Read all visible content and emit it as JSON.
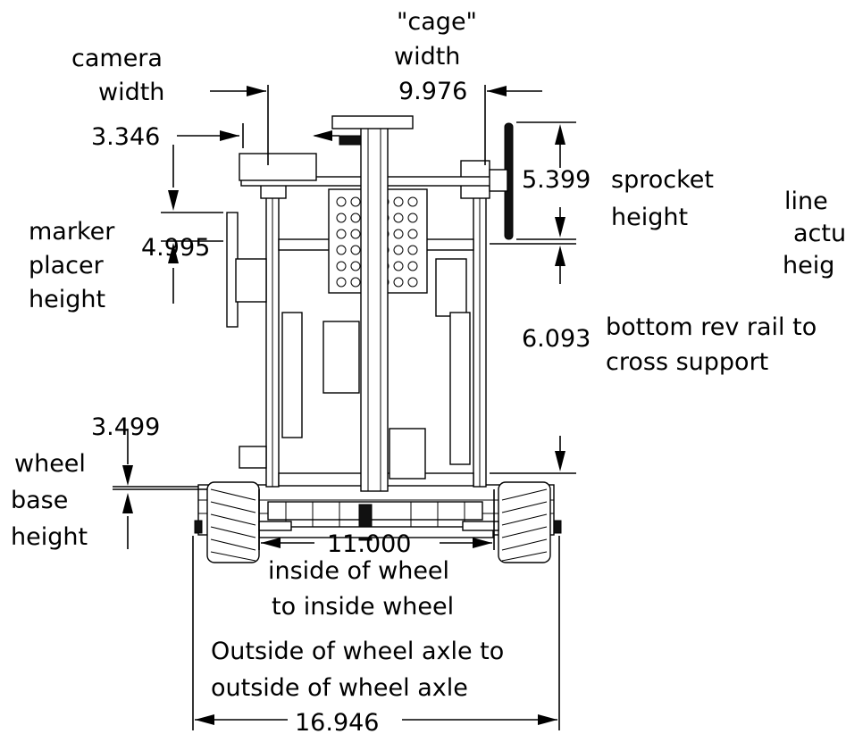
{
  "dimensions": {
    "camera_width": {
      "label_line1": "camera",
      "label_line2": "width",
      "value": "3.346"
    },
    "cage_width": {
      "label_line1": "\"cage\"",
      "label_line2": "width",
      "value": "9.976"
    },
    "sprocket_height": {
      "label_line1": "sprocket",
      "label_line2": "height",
      "value": "5.399"
    },
    "linear_actuator_height": {
      "label_line1": "line",
      "label_line2": "actu",
      "label_line3": "heig"
    },
    "marker_placer_height": {
      "label_line1": "marker",
      "label_line2": "placer",
      "label_line3": "height",
      "value": "4.995"
    },
    "rail_to_cross": {
      "label_line1": "bottom rev rail to",
      "label_line2": "cross support",
      "value": "6.093"
    },
    "wheel_base_height": {
      "label_line1": "wheel",
      "label_line2": "base",
      "label_line3": "height",
      "value": "3.499"
    },
    "inside_wheel": {
      "value": "11.000",
      "label_line1": "inside of wheel",
      "label_line2": "to inside wheel"
    },
    "outside_axle": {
      "label_line1": "Outside of wheel axle to",
      "label_line2": "outside of wheel axle",
      "value": "16.946"
    }
  }
}
